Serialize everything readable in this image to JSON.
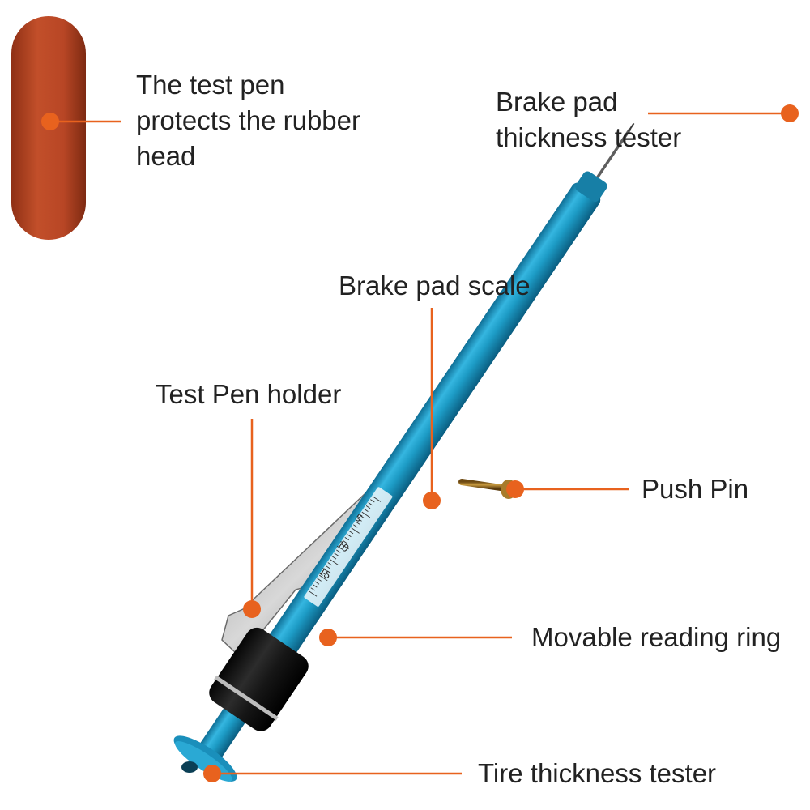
{
  "accent_color": "#e8621e",
  "pen_color": "#1d9cc6",
  "cap_color": "#b54524",
  "labels": {
    "rubber_head": [
      "The test pen",
      "protects the rubber",
      "head"
    ],
    "brake_tester": [
      "Brake pad",
      "thickness tester"
    ],
    "brake_scale": "Brake pad scale",
    "holder": "Test Pen holder",
    "push_pin": "Push Pin",
    "reading_ring": "Movable reading ring",
    "tire_tester": "Tire thickness tester"
  },
  "scale_numbers": [
    "5",
    "10",
    "15"
  ]
}
